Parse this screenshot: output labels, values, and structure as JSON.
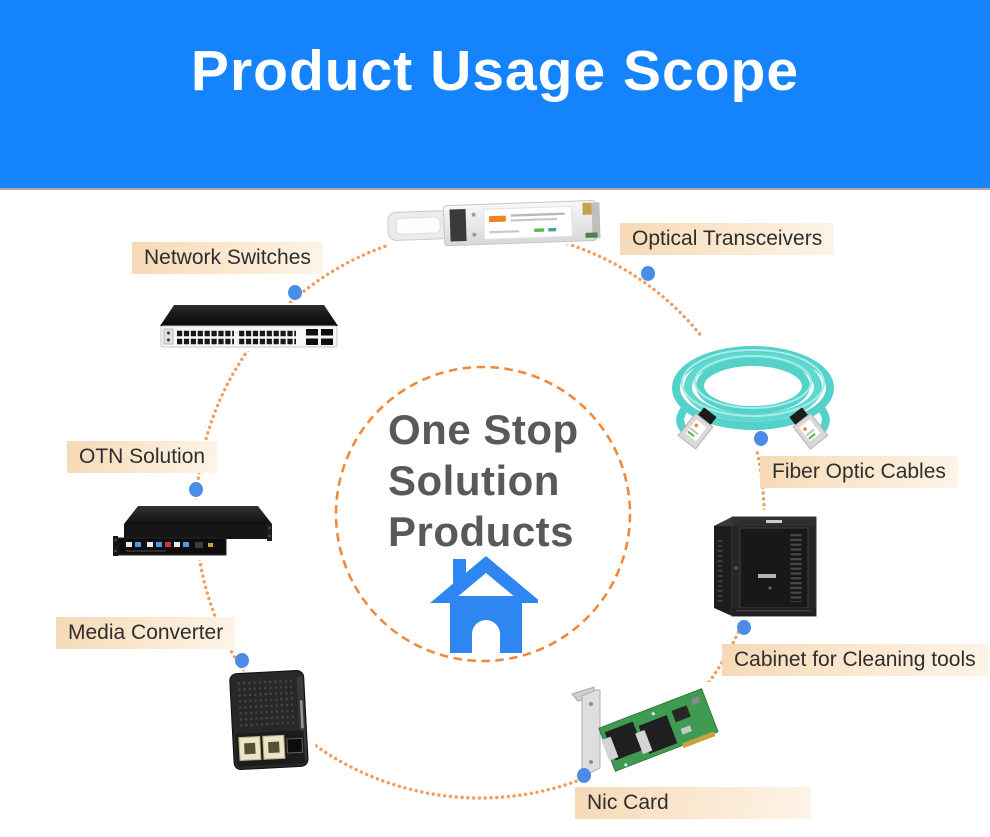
{
  "header": {
    "title": "Product Usage Scope",
    "background_color": "#1583fb",
    "title_color": "#ffffff"
  },
  "center": {
    "lines": [
      "One Stop",
      "Solution",
      "Products"
    ],
    "text_color": "#595959",
    "house_icon_color": "#2e86f0",
    "dashed_ring_color": "#ef8a3d"
  },
  "connection": {
    "dotted_circle_color": "#f29d5e",
    "dot_color": "#4a8ce8"
  },
  "products": [
    {
      "id": "network-switches",
      "label": "Network Switches"
    },
    {
      "id": "optical-transceivers",
      "label": "Optical Transceivers"
    },
    {
      "id": "otn-solution",
      "label": "OTN Solution"
    },
    {
      "id": "fiber-optic-cables",
      "label": "Fiber Optic Cables"
    },
    {
      "id": "media-converter",
      "label": "Media Converter"
    },
    {
      "id": "cabinet-for-cleaning-tools",
      "label": "Cabinet for Cleaning tools"
    },
    {
      "id": "nic-card",
      "label": "Nic Card"
    }
  ]
}
